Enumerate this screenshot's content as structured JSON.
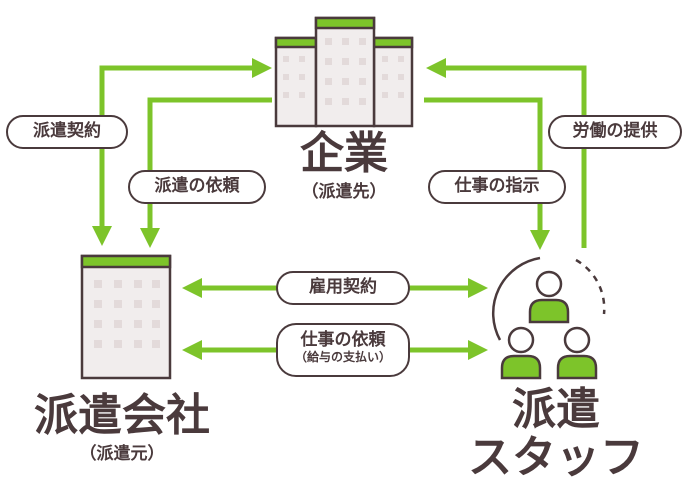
{
  "colors": {
    "accent": "#7dc42a",
    "ink": "#4a3a3c",
    "window": "#f1eded"
  },
  "nodes": {
    "company": {
      "title": "企業",
      "subtitle": "（派遣先）"
    },
    "agency": {
      "title": "派遣会社",
      "subtitle": "（派遣元）"
    },
    "staff": {
      "title_line1": "派遣",
      "title_line2": "スタッフ"
    }
  },
  "edges": {
    "dispatch_contract": {
      "label": "派遣契約"
    },
    "dispatch_request": {
      "label": "派遣の依頼"
    },
    "work_instruction": {
      "label": "仕事の指示"
    },
    "labor_provision": {
      "label": "労働の提供"
    },
    "employment_contract": {
      "label": "雇用契約"
    },
    "work_request": {
      "label": "仕事の依頼",
      "sublabel": "（給与の支払い）"
    }
  },
  "icons": {
    "company": "office-buildings-icon",
    "agency": "office-building-icon",
    "staff": "people-group-icon"
  }
}
